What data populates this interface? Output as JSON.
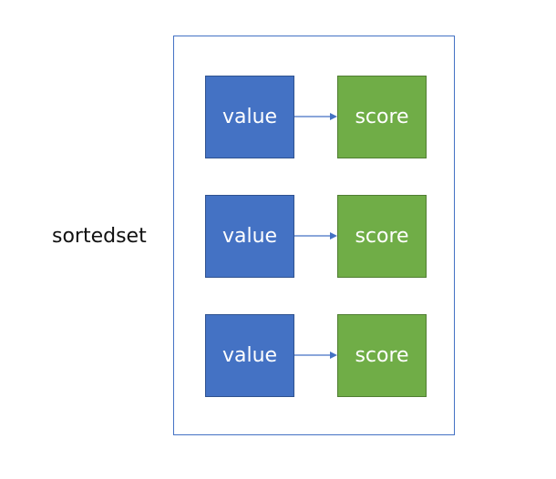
{
  "diagram": {
    "label": "sortedset",
    "entries": [
      {
        "value": "value",
        "score": "score"
      },
      {
        "value": "value",
        "score": "score"
      },
      {
        "value": "value",
        "score": "score"
      }
    ],
    "colors": {
      "container_border": "#4472c4",
      "value_fill": "#4472c4",
      "score_fill": "#70ad47",
      "arrow": "#4472c4"
    }
  }
}
